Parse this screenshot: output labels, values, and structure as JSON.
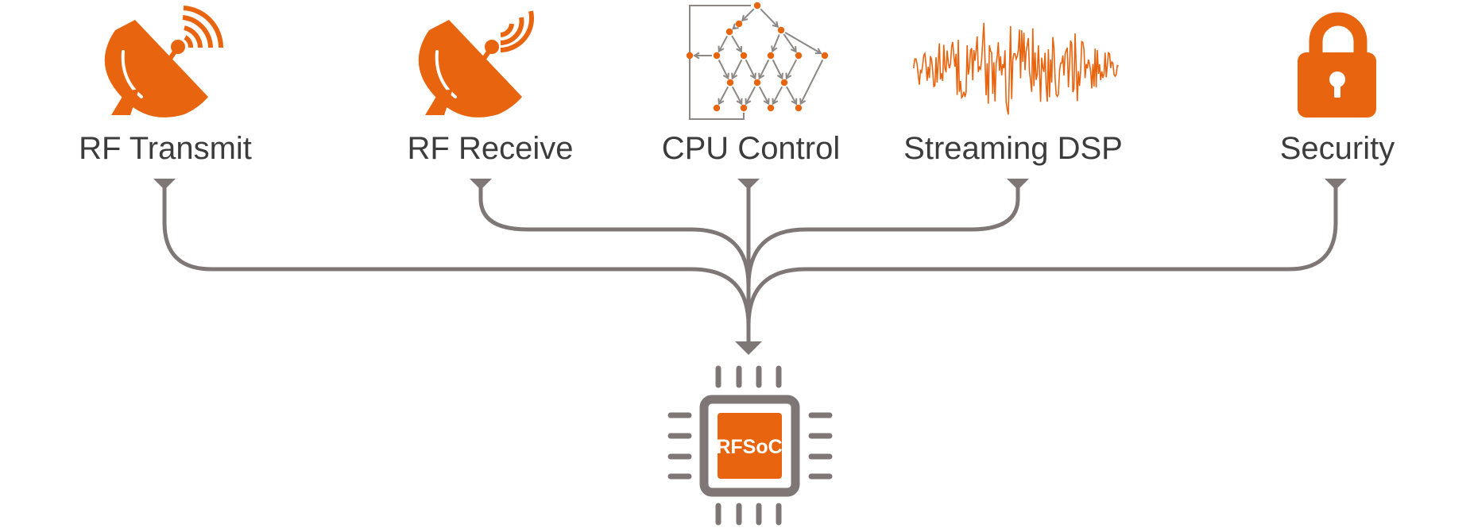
{
  "colors": {
    "accent": "#e8640f",
    "connector": "#7f7775",
    "text": "#3c3c3c",
    "background": "#ffffff"
  },
  "components": [
    {
      "label": "RF Transmit",
      "icon": "satellite-dish-transmit-icon"
    },
    {
      "label": "RF Receive",
      "icon": "satellite-dish-receive-icon"
    },
    {
      "label": "CPU Control",
      "icon": "control-flow-graph-icon"
    },
    {
      "label": "Streaming DSP",
      "icon": "signal-waveform-icon"
    },
    {
      "label": "Security",
      "icon": "padlock-icon"
    }
  ],
  "chip": {
    "label": "RFSoC",
    "icon": "chip-icon"
  }
}
